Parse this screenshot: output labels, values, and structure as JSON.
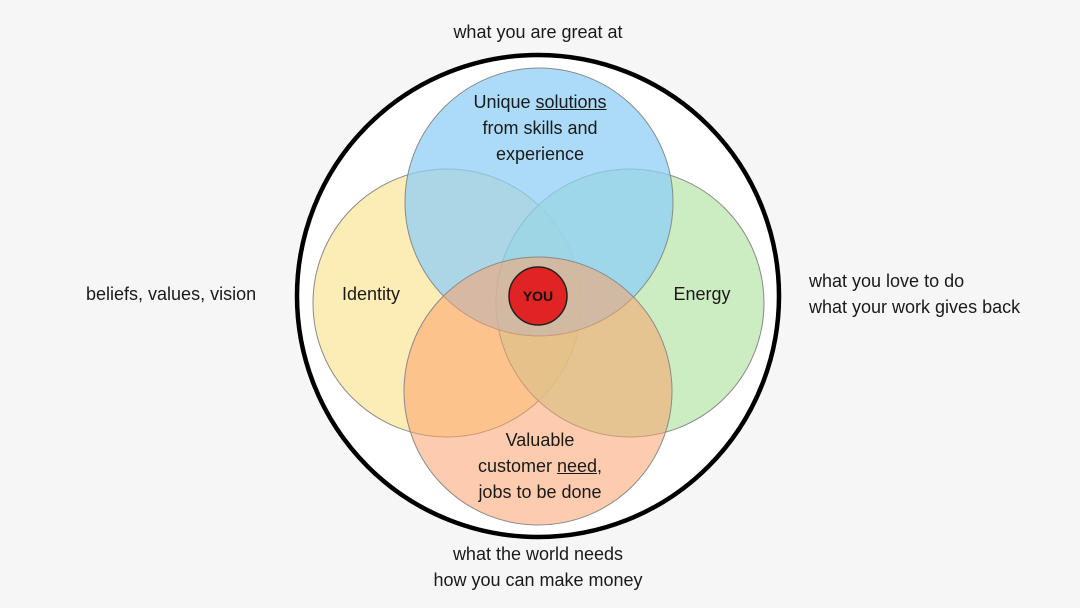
{
  "outer_labels": {
    "top": "what you are great at",
    "left": "beliefs, values, vision",
    "right": [
      "what you love to do",
      "what your work gives back"
    ],
    "bottom": [
      "what the world needs",
      "how you can make money"
    ]
  },
  "circles": {
    "solutions": {
      "line1_pre": "Unique ",
      "line1_underlined": "solutions",
      "line2": "from skills and",
      "line3": "experience",
      "color": "#9fd6f7"
    },
    "identity": {
      "label": "Identity",
      "color": "#fbe9a9"
    },
    "energy": {
      "label": "Energy",
      "color": "#bfe8b1"
    },
    "need": {
      "line1": "Valuable",
      "line2_pre": "customer ",
      "line2_underlined": "need",
      "line2_post": ",",
      "line3": "jobs to be done",
      "color": "#fcbf96"
    }
  },
  "center": {
    "label": "YOU",
    "color": "#e02424"
  }
}
